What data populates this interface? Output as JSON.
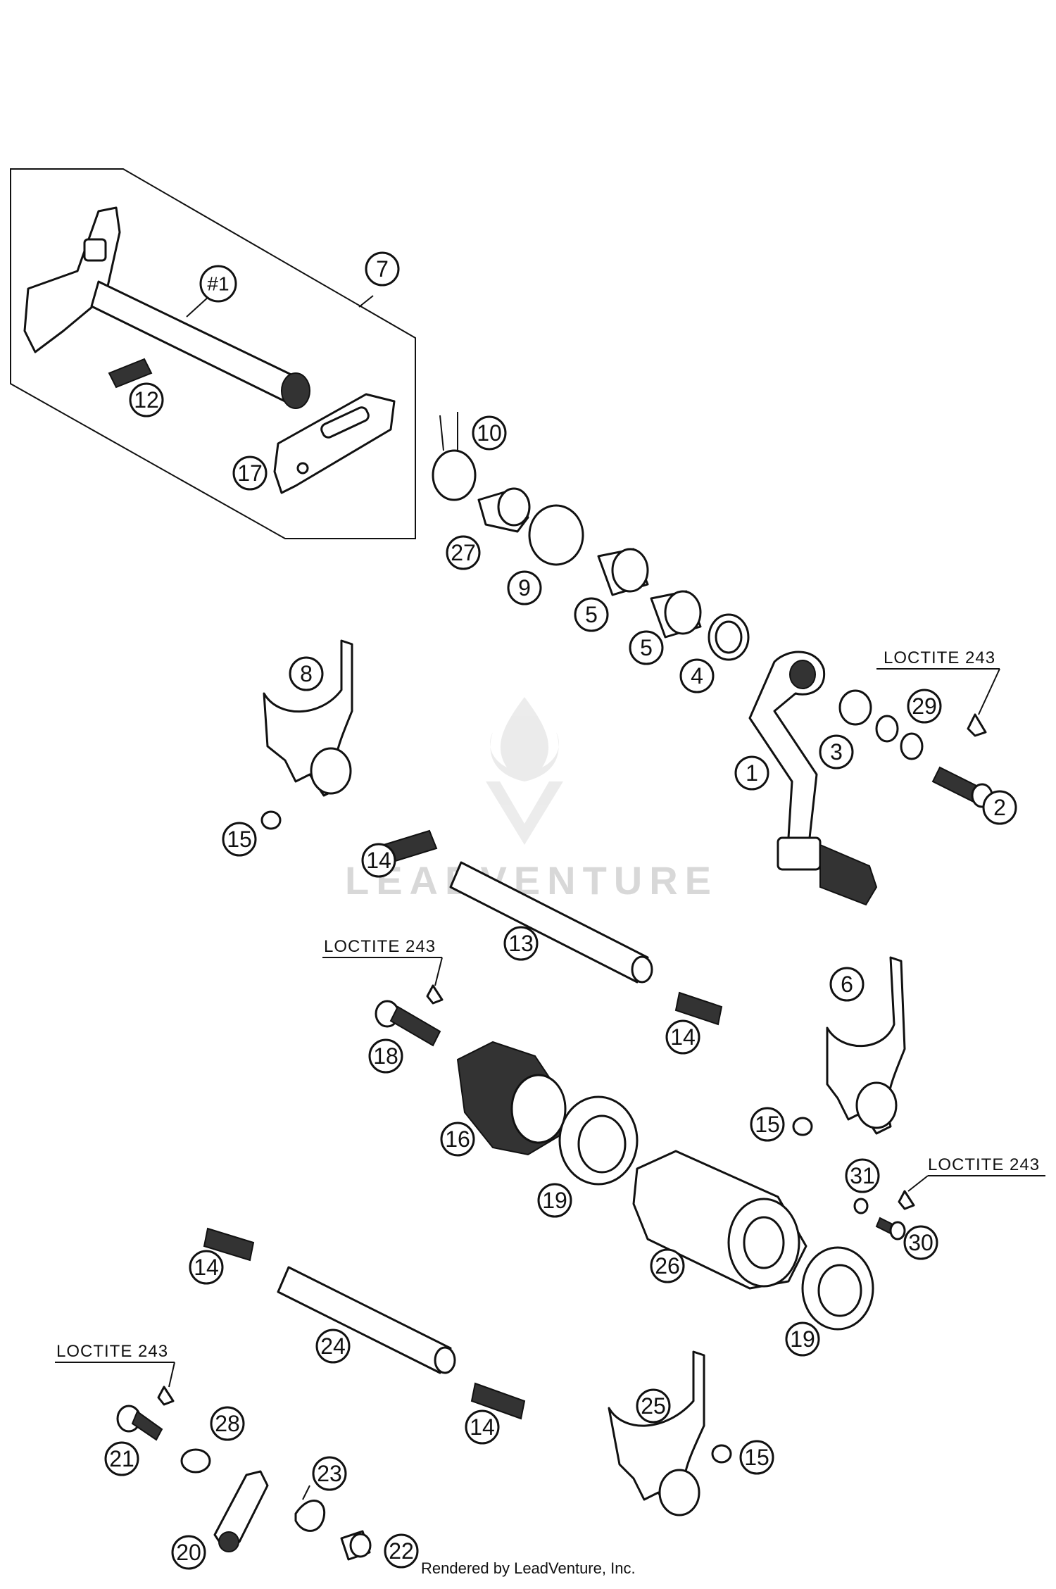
{
  "watermark": {
    "text": "LEADVENTURE",
    "icon": "flame-v-logo-icon"
  },
  "credit": "Rendered by LeadVenture, Inc.",
  "notes": {
    "loctite_shift_lever": "LOCTITE 243",
    "loctite_screw_18": "LOCTITE 243",
    "loctite_screw_30": "LOCTITE 243",
    "loctite_screw_21": "LOCTITE 243"
  },
  "callouts": [
    {
      "id": "c-7",
      "label": "7"
    },
    {
      "id": "c-1a",
      "label": "#1"
    },
    {
      "id": "c-12",
      "label": "12"
    },
    {
      "id": "c-17",
      "label": "17"
    },
    {
      "id": "c-10",
      "label": "10"
    },
    {
      "id": "c-27",
      "label": "27"
    },
    {
      "id": "c-9",
      "label": "9"
    },
    {
      "id": "c-5a",
      "label": "5"
    },
    {
      "id": "c-5b",
      "label": "5"
    },
    {
      "id": "c-4",
      "label": "4"
    },
    {
      "id": "c-29",
      "label": "29"
    },
    {
      "id": "c-3",
      "label": "3"
    },
    {
      "id": "c-1",
      "label": "1"
    },
    {
      "id": "c-2",
      "label": "2"
    },
    {
      "id": "c-8",
      "label": "8"
    },
    {
      "id": "c-15a",
      "label": "15"
    },
    {
      "id": "c-14a",
      "label": "14"
    },
    {
      "id": "c-13",
      "label": "13"
    },
    {
      "id": "c-18",
      "label": "18"
    },
    {
      "id": "c-14b",
      "label": "14"
    },
    {
      "id": "c-6",
      "label": "6"
    },
    {
      "id": "c-16",
      "label": "16"
    },
    {
      "id": "c-15b",
      "label": "15"
    },
    {
      "id": "c-19a",
      "label": "19"
    },
    {
      "id": "c-31",
      "label": "31"
    },
    {
      "id": "c-30",
      "label": "30"
    },
    {
      "id": "c-26",
      "label": "26"
    },
    {
      "id": "c-14c",
      "label": "14"
    },
    {
      "id": "c-19b",
      "label": "19"
    },
    {
      "id": "c-24",
      "label": "24"
    },
    {
      "id": "c-25",
      "label": "25"
    },
    {
      "id": "c-28",
      "label": "28"
    },
    {
      "id": "c-21",
      "label": "21"
    },
    {
      "id": "c-14d",
      "label": "14"
    },
    {
      "id": "c-15c",
      "label": "15"
    },
    {
      "id": "c-23",
      "label": "23"
    },
    {
      "id": "c-20",
      "label": "20"
    },
    {
      "id": "c-22",
      "label": "22"
    }
  ]
}
